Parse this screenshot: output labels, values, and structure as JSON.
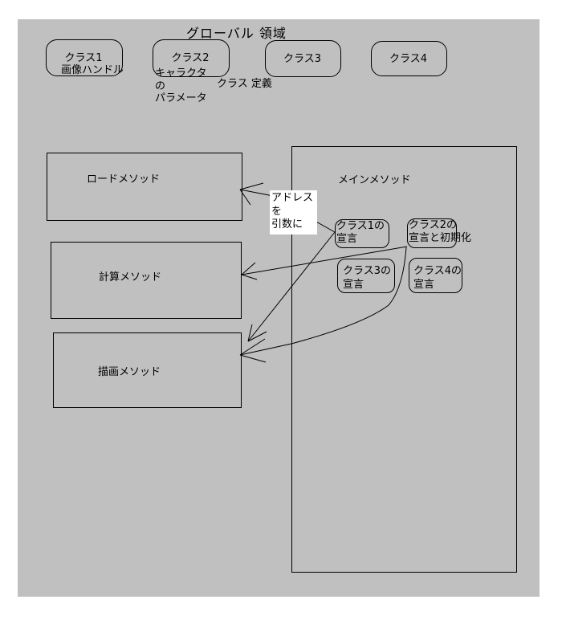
{
  "title": "グローバル 領域",
  "colors": {
    "canvas_bg": "#c0c0c0",
    "line": "#000000",
    "note_bg": "#ffffff"
  },
  "classes": [
    {
      "label": "クラス1",
      "sub": "画像ハンドル"
    },
    {
      "label": "クラス2"
    },
    {
      "label": "クラス3"
    },
    {
      "label": "クラス4"
    }
  ],
  "class2_note": [
    "キャラクタ",
    "の",
    "パラメータ"
  ],
  "class_def_note": "クラス 定義",
  "methods": {
    "load": "ロードメソッド",
    "calc": "計算メソッド",
    "draw": "描画メソッド"
  },
  "main_title": "メインメソッド",
  "decls": [
    [
      "クラス1の",
      "宣言"
    ],
    [
      "クラス2の",
      "宣言と初期化"
    ],
    [
      "クラス3の",
      "宣言"
    ],
    [
      "クラス4の",
      "宣言"
    ]
  ],
  "arg_note": [
    "アドレス",
    "を",
    "引数に"
  ]
}
